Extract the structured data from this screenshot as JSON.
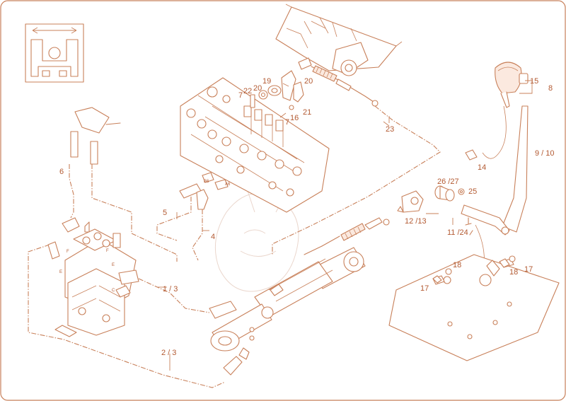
{
  "colors": {
    "line": "#c8805a",
    "label": "#b35a32",
    "watermark": "#ead6cc",
    "background": "#ffffff"
  },
  "icons": {
    "corner_symbol": "hydraulic-control-icon"
  },
  "callouts": {
    "c1_3": "1 / 3",
    "c2_3": "2 / 3",
    "c4": "4",
    "c5": "5",
    "c6": "6",
    "c7a": "7",
    "c7b": "7",
    "c8": "8",
    "c9_10": "9 / 10",
    "c11_24": "11 /24",
    "c12_13": "12 /13",
    "c14": "14",
    "c15": "15",
    "c16": "16",
    "c17a": "17",
    "c17b": "17",
    "c18a": "18",
    "c18b": "18",
    "c19": "19",
    "c20a": "20",
    "c20b": "20",
    "c21": "21",
    "c22": "22",
    "c23": "23",
    "c25": "25",
    "c26_27": "26 /27"
  },
  "port_marks": {
    "b6": "B6",
    "a6": "A6",
    "f1": "F",
    "f2": "F",
    "e1": "E",
    "e2": "E",
    "c": "C"
  }
}
